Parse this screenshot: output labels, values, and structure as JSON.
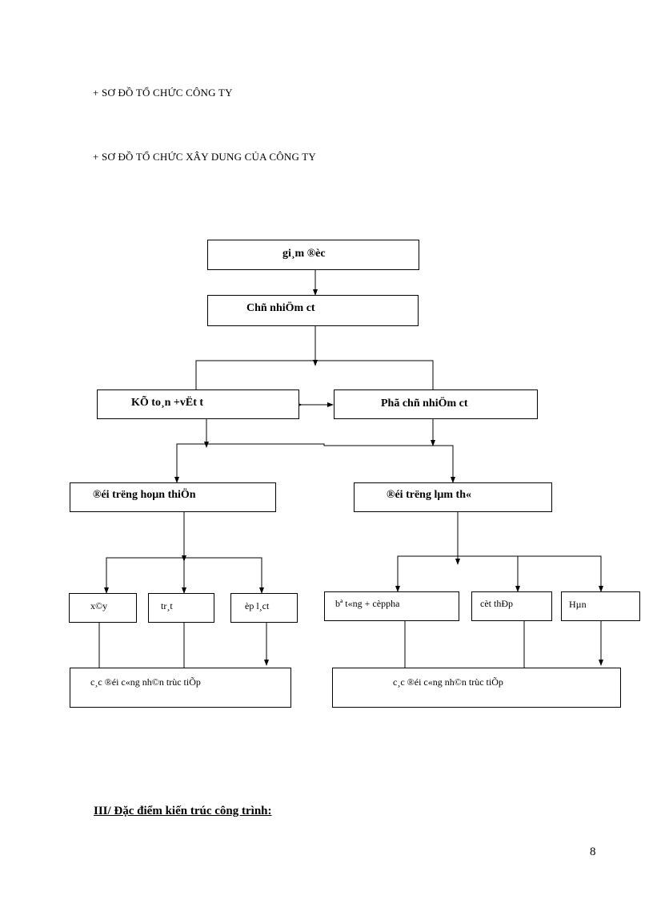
{
  "headings": [
    "+ SƠ ĐỒ TỔ CHỨC CÔNG TY",
    "+ SƠ ĐỒ TỔ CHỨC XÂY DUNG CỦA CÔNG TY"
  ],
  "org_chart": {
    "director": "gi¸m ®èc",
    "project_manager": "Chñ nhiÖm ct",
    "accountant": "KÕ to¸n +vËt t",
    "deputy_manager": "Phã chñ nhiÖm ct",
    "finishing_team": "®éi tr­ëng  hoµn thiÖn",
    "rough_team": "®éi tr­ëng  lµm th«",
    "finishing_tasks": [
      "x©y",
      "tr¸t",
      "èp l¸ct"
    ],
    "rough_tasks": [
      "bª t«ng + cèppha",
      "cèt thÐp",
      "Hµn"
    ],
    "workers_left": "c¸c ®éi c«ng nh©n trùc tiÕp",
    "workers_right": "c¸c ®éi c«ng nh©n trùc tiÕp"
  },
  "section_title": "III/ Đặc điểm kiến trúc công trình:",
  "page_number": "8"
}
